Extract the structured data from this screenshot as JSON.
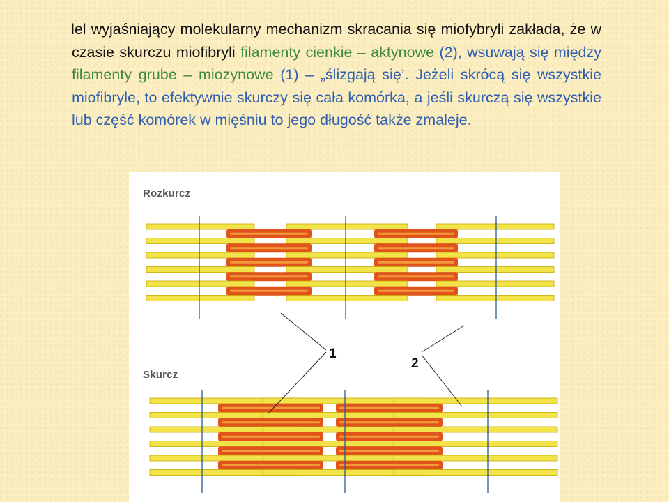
{
  "paragraph": {
    "s1": "Model wyjaśniający molekularny mechanizm skracania się miofybryli zakłada, że w czasie skurczu miofibryli ",
    "thin_term": "filamenty cienkie – aktynowe",
    "s2": " (2), wsuwają się między ",
    "thick_term": "filamenty grube – miozynowe",
    "s3": " (1) – „ślizgają się’. Jeżeli skrócą się wszystkie miofibryle, to efektywnie skurczy się cała komórka, a jeśli skurczą się wszystkie lub część komórek w mięśniu to jego długość także zmaleje."
  },
  "diagram": {
    "relaxed_label": "Rozkurcz",
    "contracted_label": "Skurcz",
    "label_thick": "1",
    "label_thin": "2"
  },
  "colors": {
    "thin_filament": "#f2e34a",
    "thin_filament_edge": "#c9a800",
    "thick_filament": "#e0531a",
    "thick_filament_core": "#f29a3c",
    "z_line": "#2e5a8c",
    "background": "#fbeec1"
  },
  "filaments_per_row": 6
}
